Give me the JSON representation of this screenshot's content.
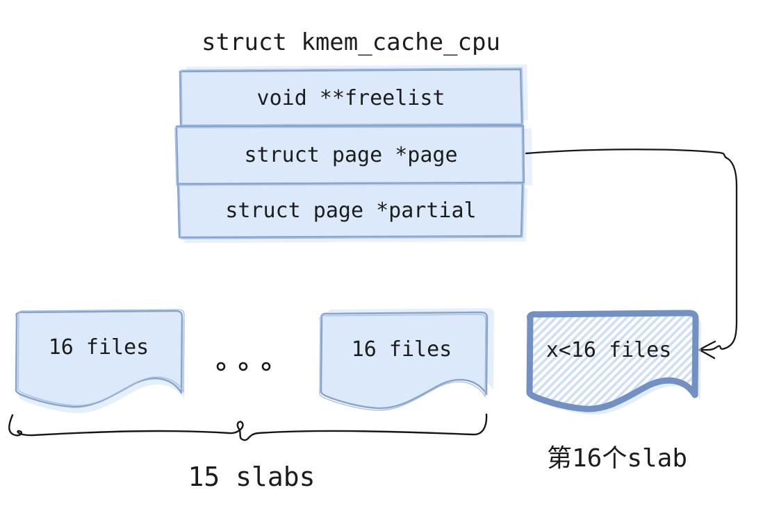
{
  "colors": {
    "shape_fill": "#dbe9fa",
    "shape_shadow": "#cfe1f7",
    "shape_stroke": "#87a4ce",
    "partial_slab_stroke": "#7390c2",
    "hatch_line": "#cddff5",
    "ink": "#161616"
  },
  "diagram": {
    "title": "struct kmem_cache_cpu",
    "struct_fields": [
      {
        "label": "void **freelist"
      },
      {
        "label": "struct page *page"
      },
      {
        "label": "struct page *partial"
      }
    ],
    "slabs": [
      {
        "label": "16 files"
      },
      {
        "label": "16 files"
      },
      {
        "label": "x<16 files"
      }
    ],
    "ellipsis_dot_count": 3,
    "brace_label": "15 slabs",
    "partial_slab_caption": "第16个slab"
  }
}
